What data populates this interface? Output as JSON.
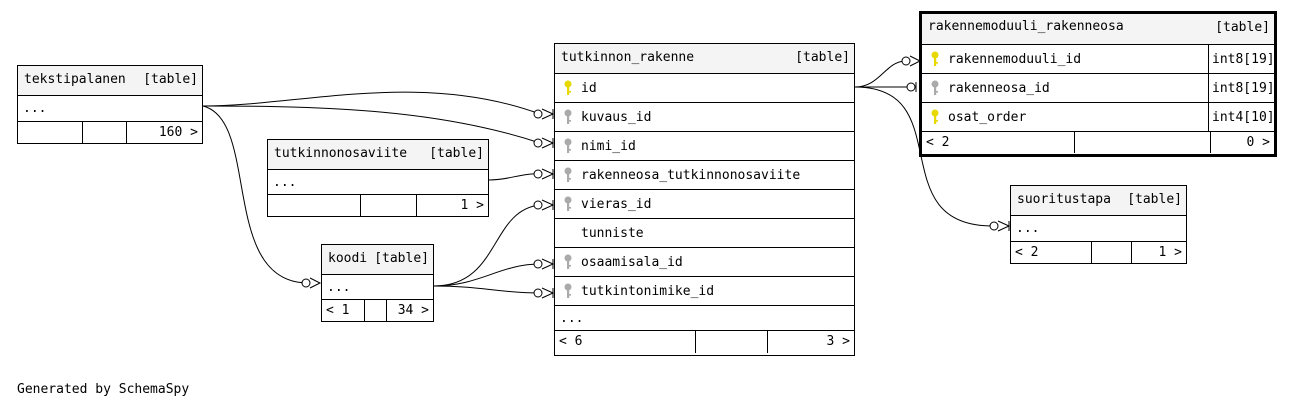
{
  "tables": {
    "tekstipalanen": {
      "name": "tekstipalanen",
      "kind": "[table]",
      "more": "...",
      "foot": {
        "left": "",
        "right": "160 >"
      }
    },
    "tutkinnonosaviite": {
      "name": "tutkinnonosaviite",
      "kind": "[table]",
      "more": "...",
      "foot": {
        "left": "",
        "right": "1 >"
      }
    },
    "koodi": {
      "name": "koodi",
      "kind": "[table]",
      "more": "...",
      "foot": {
        "left": "< 1",
        "right": "34 >"
      }
    },
    "tutkinnon_rakenne": {
      "name": "tutkinnon_rakenne",
      "kind": "[table]",
      "columns": [
        {
          "name": "id",
          "key": "primary"
        },
        {
          "name": "kuvaus_id",
          "key": "foreign"
        },
        {
          "name": "nimi_id",
          "key": "foreign"
        },
        {
          "name": "rakenneosa_tutkinnonosaviite",
          "key": "foreign"
        },
        {
          "name": "vieras_id",
          "key": "foreign"
        },
        {
          "name": "tunniste",
          "key": "none"
        },
        {
          "name": "osaamisala_id",
          "key": "foreign"
        },
        {
          "name": "tutkintonimike_id",
          "key": "foreign"
        }
      ],
      "more": "...",
      "foot": {
        "left": "< 6",
        "right": "3 >"
      }
    },
    "rakennemoduuli_rakenneosa": {
      "name": "rakennemoduuli_rakenneosa",
      "kind": "[table]",
      "columns": [
        {
          "name": "rakennemoduuli_id",
          "key": "primary",
          "type": "int8[19]"
        },
        {
          "name": "rakenneosa_id",
          "key": "foreign",
          "type": "int8[19]"
        },
        {
          "name": "osat_order",
          "key": "primary",
          "type": "int4[10]"
        }
      ],
      "foot": {
        "left": "< 2",
        "right": "0 >"
      }
    },
    "suoritustapa": {
      "name": "suoritustapa",
      "kind": "[table]",
      "more": "...",
      "foot": {
        "left": "< 2",
        "right": "1 >"
      }
    }
  },
  "colors": {
    "primary_key": "#e6d800",
    "foreign_key": "#aaaaaa",
    "header_bg": "#f4f4f4"
  },
  "footer_text": "Generated by SchemaSpy"
}
